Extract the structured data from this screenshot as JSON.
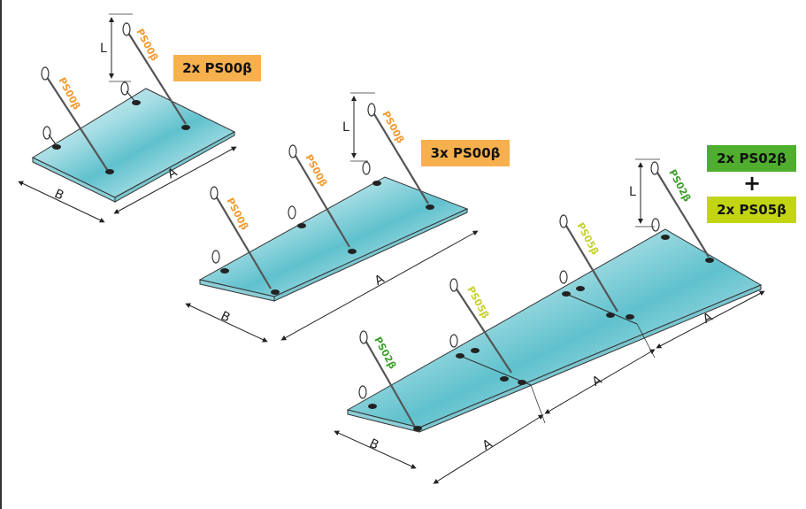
{
  "colors": {
    "orange": "#f6b04e",
    "code_orange": "#f29a2e",
    "green": "#4fae2e",
    "code_green": "#3e9e2b",
    "yellow_green": "#c3d512",
    "code_yellow": "#c6d02a",
    "glass_light": "#e9f6f8",
    "glass_mid": "#a6dde4",
    "glass_dark": "#5fc1cd"
  },
  "icons": {
    "glass": "glass-panel-icon",
    "rod": "tension-rod-icon",
    "bracket": "wall-bracket-icon"
  },
  "dims": {
    "l": "L",
    "a": "A",
    "b": "B"
  },
  "code": {
    "ps00": "PS00β",
    "ps02": "PS02β",
    "ps05": "PS05β"
  },
  "labels": {
    "kit1": "2x PS00β",
    "kit2": "3x PS00β",
    "kit3a": "2x PS02β",
    "plus": "+",
    "kit3b": "2x PS05β"
  }
}
